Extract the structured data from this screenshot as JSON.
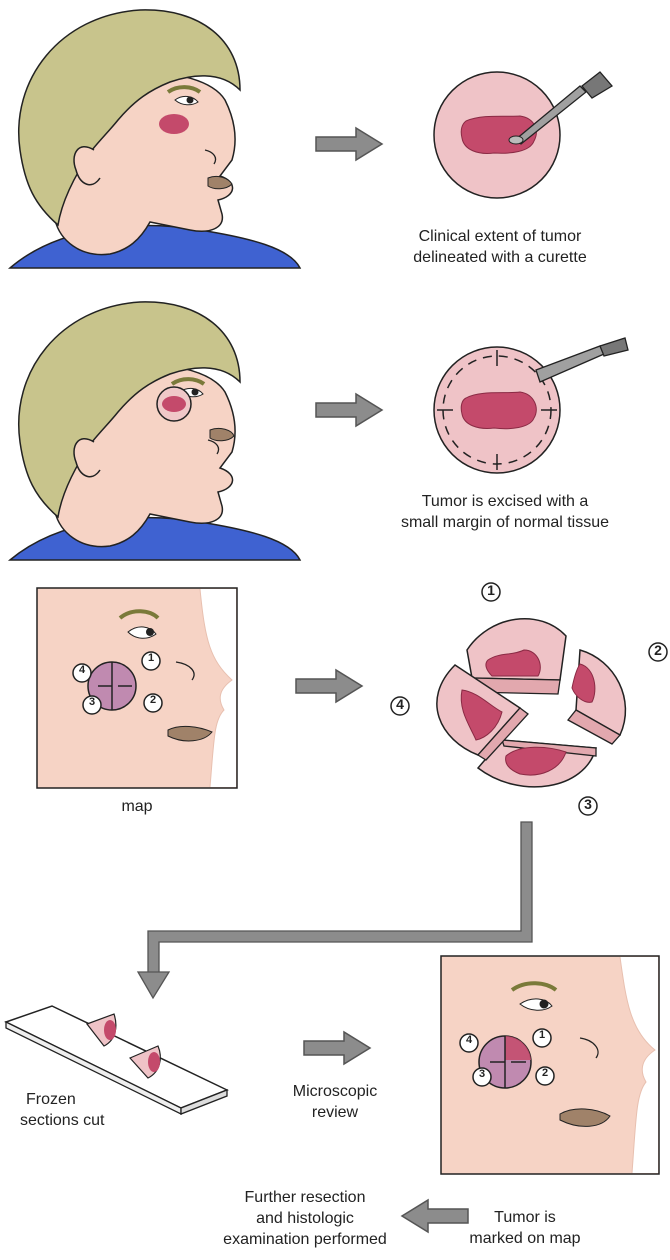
{
  "captions": {
    "curette_line1": "Clinical extent of tumor",
    "curette_line2": "delineated with a curette",
    "excise_line1": "Tumor is excised with a",
    "excise_line2": "small margin of normal tissue",
    "map": "map",
    "frozen_line1": "Frozen",
    "frozen_line2": "sections cut",
    "micro_line1": "Microscopic",
    "micro_line2": "review",
    "further_line1": "Further resection",
    "further_line2": "and histologic",
    "further_line3": "examination performed",
    "marked_line1": "Tumor is",
    "marked_line2": "marked on map"
  },
  "piece_numbers": {
    "one": "1",
    "two": "2",
    "three": "3",
    "four": "4"
  },
  "colors": {
    "skin": "#f6d3c5",
    "hair": "#c8c48c",
    "shirt": "#3f62d1",
    "tumor": "#c44a6b",
    "tissue": "#efc3c7",
    "arrow": "#8c8c8c"
  }
}
